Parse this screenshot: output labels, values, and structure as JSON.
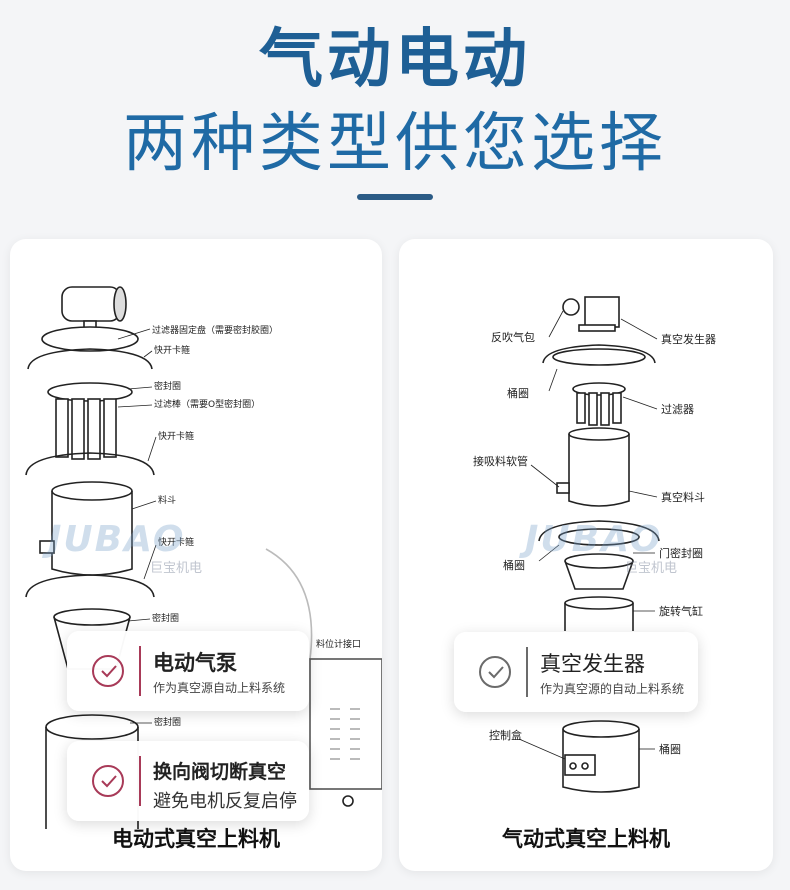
{
  "heading": {
    "main": "气动电动",
    "sub": "两种类型供您选择"
  },
  "watermark": {
    "brand": "JUBAO",
    "cn": "巨宝机电"
  },
  "left_card": {
    "labels": {
      "filter_holder": "过滤器固定盘（需要密封胶圈）",
      "clamp1": "快开卡箍",
      "seal1": "密封圈",
      "filter_rod": "过滤棒（需要O型密封圈）",
      "clamp2": "快开卡箍",
      "hopper": "料斗",
      "clamp3": "快开卡箍",
      "seal2": "密封圈",
      "inlet": "料位计接口",
      "seal3": "密封圈"
    },
    "badge1": {
      "title": "电动气泵",
      "desc": "作为真空源自动上料系统"
    },
    "badge2": {
      "title": "换向阀切断真空",
      "desc": "避免电机反复启停"
    },
    "caption": "电动式真空上料机"
  },
  "right_card": {
    "labels": {
      "blowback": "反吹气包",
      "vacuum_gen": "真空发生器",
      "barrel1": "桶圈",
      "filter": "过滤器",
      "hose": "接吸料软管",
      "hopper": "真空料斗",
      "barrel2": "桶圈",
      "door_seal": "门密封圈",
      "cylinder": "旋转气缸",
      "control_box": "控制盒",
      "barrel3": "桶圈"
    },
    "badge": {
      "title": "真空发生器",
      "desc": "作为真空源的自动上料系统"
    },
    "caption": "气动式真空上料机"
  },
  "colors": {
    "heading_blue": "#1e5f95",
    "accent_red": "#a83a58",
    "check_gray": "#6b6b6b"
  }
}
